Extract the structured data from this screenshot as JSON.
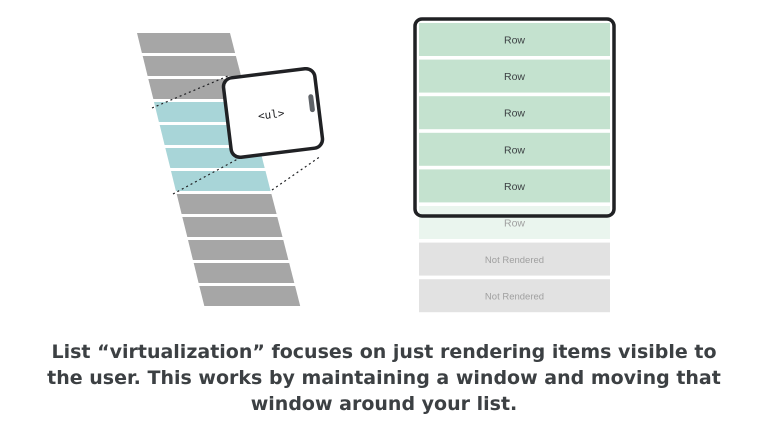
{
  "left_illustration": {
    "window_tag": "<ul>",
    "stripe_count": 12,
    "visible_stripes": [
      3,
      4,
      5,
      6
    ],
    "colors": {
      "stripe": "#a6a6a6",
      "visible": "#a8d5d8",
      "frame": "#202124"
    }
  },
  "right_illustration": {
    "rows": [
      {
        "label": "Row",
        "state": "visible"
      },
      {
        "label": "Row",
        "state": "visible"
      },
      {
        "label": "Row",
        "state": "visible"
      },
      {
        "label": "Row",
        "state": "visible"
      },
      {
        "label": "Row",
        "state": "visible"
      },
      {
        "label": "Row",
        "state": "partial"
      },
      {
        "label": "Not Rendered",
        "state": "not-rendered"
      },
      {
        "label": "Not Rendered",
        "state": "not-rendered"
      }
    ],
    "colors": {
      "visible": "#c4e2cf",
      "partial": "#eaf5ee",
      "not_rendered": "#e2e2e2",
      "frame": "#202124"
    }
  },
  "caption": {
    "line1": "List “virtualization” focuses on just rendering items visible to",
    "line2": "the user. This works by maintaining a window and moving that",
    "line3": "window around your list."
  }
}
